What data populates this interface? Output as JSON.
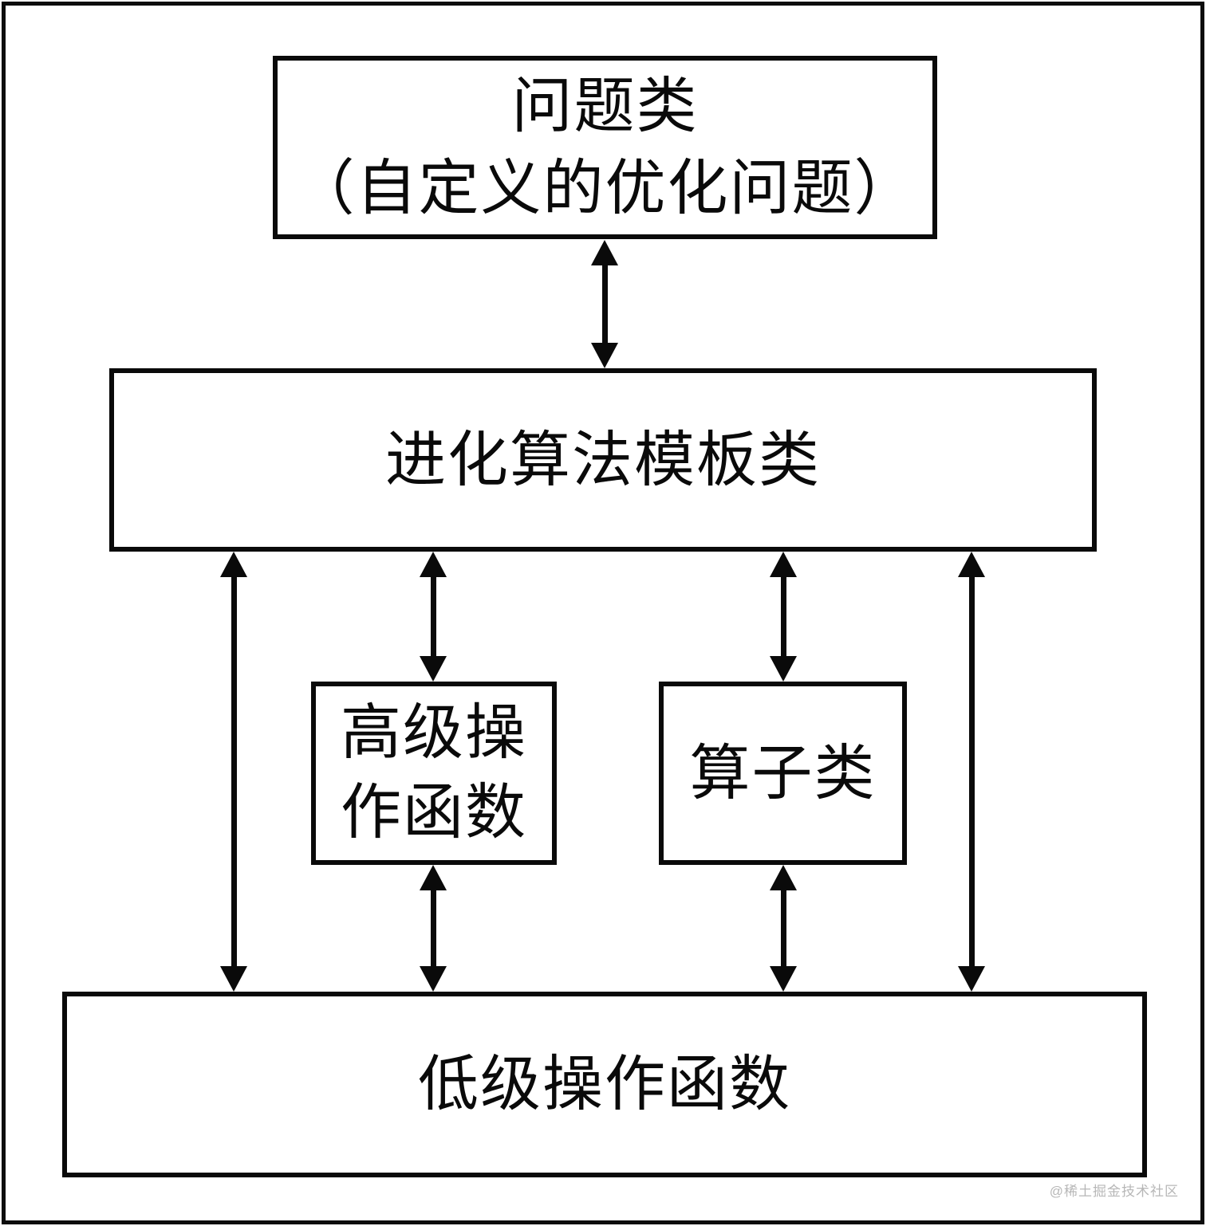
{
  "diagram": {
    "title": "evolutionary-algorithm-library-architecture",
    "nodes": {
      "problem": {
        "lines": [
          "问题类",
          "（自定义的优化问题）"
        ]
      },
      "template": {
        "label": "进化算法模板类"
      },
      "highlevel": {
        "lines": [
          "高级操",
          "作函数"
        ],
        "full_label": "高级操作函数"
      },
      "operator": {
        "label": "算子类"
      },
      "lowlevel": {
        "label": "低级操作函数"
      }
    },
    "edges": [
      {
        "from": "problem",
        "to": "template",
        "bidirectional": true
      },
      {
        "from": "template",
        "to": "lowlevel",
        "bidirectional": true,
        "side": "left"
      },
      {
        "from": "template",
        "to": "highlevel",
        "bidirectional": true
      },
      {
        "from": "template",
        "to": "operator",
        "bidirectional": true
      },
      {
        "from": "template",
        "to": "lowlevel",
        "bidirectional": true,
        "side": "right"
      },
      {
        "from": "highlevel",
        "to": "lowlevel",
        "bidirectional": true
      },
      {
        "from": "operator",
        "to": "lowlevel",
        "bidirectional": true
      }
    ],
    "colors": {
      "stroke": "#0a0a0a",
      "background": "#ffffff",
      "watermark": "#b7b7b7"
    }
  },
  "watermark": {
    "text": "@稀土掘金技术社区"
  }
}
